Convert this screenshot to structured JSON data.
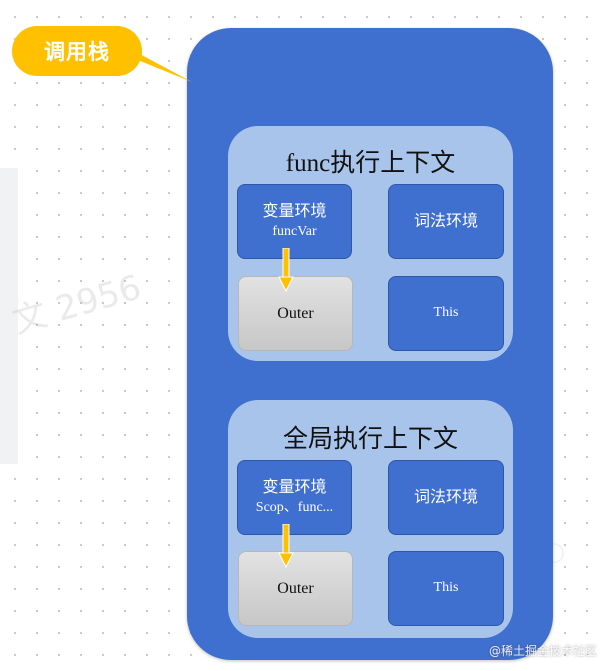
{
  "bubble": {
    "label": "调用栈"
  },
  "contexts": {
    "func": {
      "title": "func执行上下文",
      "variable_env": {
        "line1": "变量环境",
        "line2": "funcVar"
      },
      "lexical_env": "词法环境",
      "outer": "Outer",
      "this": "This"
    },
    "global": {
      "title": "全局执行上下文",
      "variable_env": {
        "line1": "变量环境",
        "line2": "Scop、func..."
      },
      "lexical_env": "词法环境",
      "outer": "Outer",
      "this": "This"
    }
  },
  "background_fragments": {
    "left_text": "文 2956"
  },
  "watermark": "@稀土掘金技术社区",
  "colors": {
    "stack_blue": "#3f6fcf",
    "context_light_blue": "#a9c4eb",
    "bubble_yellow": "#ffc000",
    "arrow_yellow": "#ffc000",
    "outer_gray": "#d4d4d4"
  }
}
